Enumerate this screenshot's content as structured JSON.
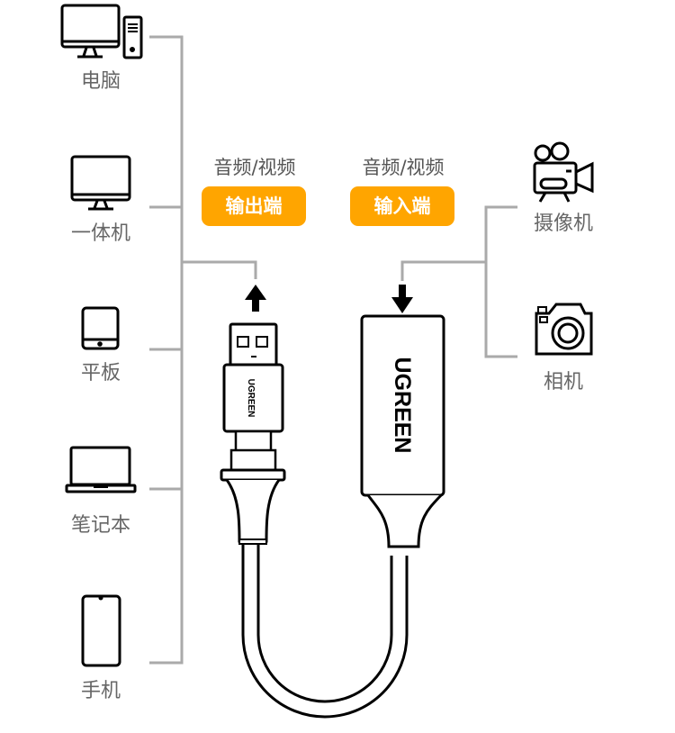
{
  "sources": [
    {
      "id": "computer",
      "icon": "desktop-computer-icon",
      "label": "电脑"
    },
    {
      "id": "all-in-one",
      "icon": "all-in-one-icon",
      "label": "一体机"
    },
    {
      "id": "tablet",
      "icon": "tablet-icon",
      "label": "平板"
    },
    {
      "id": "laptop",
      "icon": "laptop-icon",
      "label": "笔记本"
    },
    {
      "id": "phone",
      "icon": "phone-icon",
      "label": "手机"
    }
  ],
  "output_port": {
    "caption": "音频/视频",
    "badge": "输出端"
  },
  "input_port": {
    "caption": "音频/视频",
    "badge": "输入端"
  },
  "devices": [
    {
      "id": "camcorder",
      "icon": "video-camera-icon",
      "label": "摄像机"
    },
    {
      "id": "camera",
      "icon": "camera-icon",
      "label": "相机"
    }
  ],
  "brand": {
    "usb_plug": "UGREEN",
    "capture_box": "UGREEN"
  },
  "colors": {
    "accent": "#ffa500",
    "connector": "#aaaaaa",
    "icon": "#000000",
    "label": "#666666"
  }
}
